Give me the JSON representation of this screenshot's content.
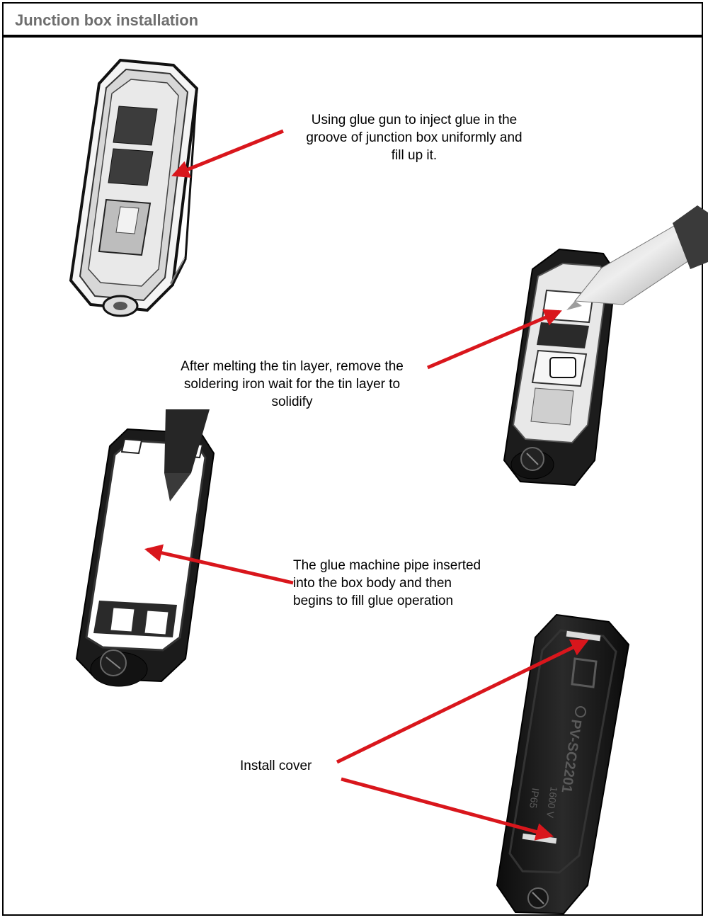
{
  "header": {
    "title": "Junction box installation"
  },
  "steps": [
    {
      "lines": [
        "Using glue gun to inject glue in the",
        "groove of junction box uniformly and",
        "fill up it."
      ]
    },
    {
      "lines": [
        "After melting the tin layer, remove the",
        "soldering iron wait for the tin layer to",
        "solidify"
      ]
    },
    {
      "lines": [
        "The glue machine pipe inserted",
        "into the box body and then",
        "begins to fill glue operation"
      ]
    },
    {
      "lines": [
        "Install cover"
      ]
    }
  ],
  "cover_marking": {
    "model": "PV-SC2201",
    "rating": "1600 V",
    "ip": "IP65"
  },
  "colors": {
    "arrow": "#d9161c",
    "header_text": "#6e6e6e",
    "box_dark": "#1c1c1c"
  }
}
